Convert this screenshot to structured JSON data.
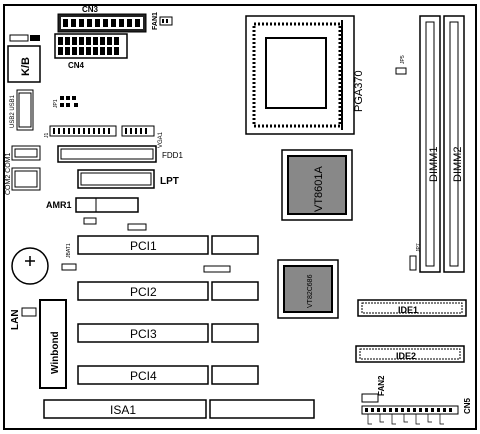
{
  "connectors": {
    "cn3": "CN3",
    "fan1": "FAN1",
    "cn4": "CN4",
    "kb": "K/B",
    "usb": "USB2 USB1",
    "jp1": "JP1",
    "j1": "J1",
    "vga1": "VGA1",
    "com": "COM2 COM1",
    "fdd1": "FDD1",
    "lpt": "LPT",
    "amr1": "AMR1",
    "jbat1": "JBAT1",
    "lan": "LAN",
    "winbond": "Winbond",
    "fan2": "FAN2",
    "cn5": "CN5",
    "jp5": "JP5",
    "jp7": "JP7"
  },
  "slots": {
    "pci1": "PCI1",
    "pci2": "PCI2",
    "pci3": "PCI3",
    "pci4": "PCI4",
    "isa1": "ISA1",
    "ide1": "IDE1",
    "ide2": "IDE2",
    "dimm1": "DIMM1",
    "dimm2": "DIMM2"
  },
  "chips": {
    "cpu_socket": "PGA370",
    "northbridge": "VT8601A",
    "southbridge": "VT82C686"
  }
}
